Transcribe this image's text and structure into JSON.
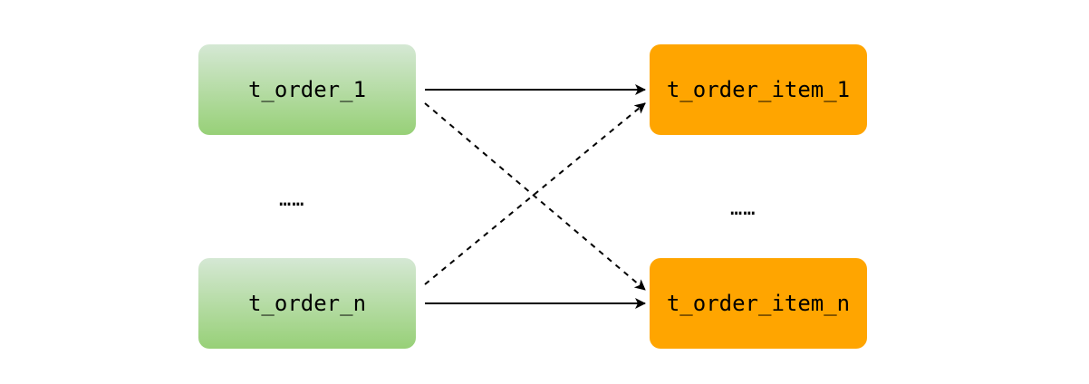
{
  "nodes": {
    "order_1": {
      "label": "t_order_1"
    },
    "order_n": {
      "label": "t_order_n"
    },
    "item_1": {
      "label": "t_order_item_1"
    },
    "item_n": {
      "label": "t_order_item_n"
    }
  },
  "ellipsis": {
    "left": "……",
    "right": "……"
  },
  "colors": {
    "order_fill_top": "#d5e8d4",
    "order_fill_bottom": "#97d077",
    "item_fill": "#ffa500",
    "edge": "#000000"
  },
  "edges": [
    {
      "from": "t_order_1",
      "to": "t_order_item_1",
      "style": "solid"
    },
    {
      "from": "t_order_1",
      "to": "t_order_item_n",
      "style": "dashed"
    },
    {
      "from": "t_order_n",
      "to": "t_order_item_1",
      "style": "dashed"
    },
    {
      "from": "t_order_n",
      "to": "t_order_item_n",
      "style": "solid"
    }
  ]
}
